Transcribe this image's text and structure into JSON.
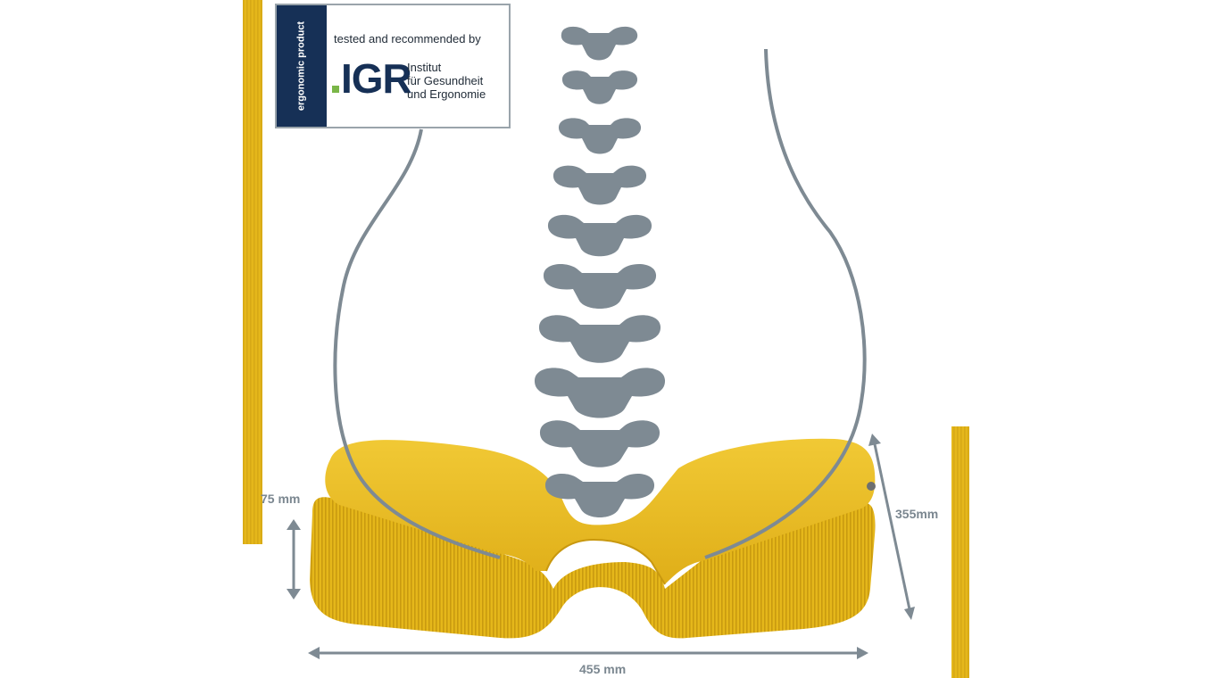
{
  "badge": {
    "side_label": "ergonomic product",
    "tagline": "tested and recommended by",
    "logo": "IGR",
    "institute_line1": "Institut",
    "institute_line2": "für Gesundheit",
    "institute_line3": "und Ergonomie"
  },
  "dimensions": {
    "height": "75 mm",
    "depth": "355mm",
    "width": "455 mm"
  },
  "colors": {
    "cushion": "#e8bb1c",
    "spine": "#7e8a93",
    "badge_navy": "#163056",
    "logo_dot": "#7ab648"
  }
}
